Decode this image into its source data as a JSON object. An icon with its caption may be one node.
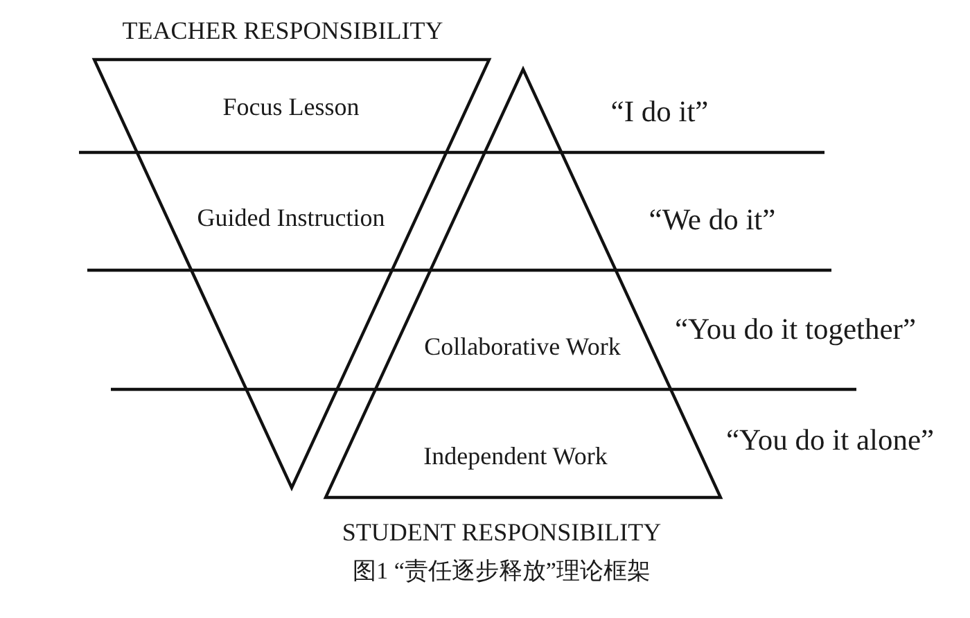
{
  "diagram": {
    "caption": "图1 “责任逐步释放”理论框架",
    "nodes": [
      {
        "text": [
          "TEACHER RESPONSIBILITY",
          "Focus Lesson",
          "Guided Instruction"
        ]
      },
      {
        "text": [
          "Collaborative Work",
          "Independent Work",
          "STUDENT RESPONSIBILITY"
        ]
      }
    ],
    "labels": [
      "“I do it”",
      "“We do it”",
      "“You do it together”",
      "“You do it alone”"
    ]
  }
}
